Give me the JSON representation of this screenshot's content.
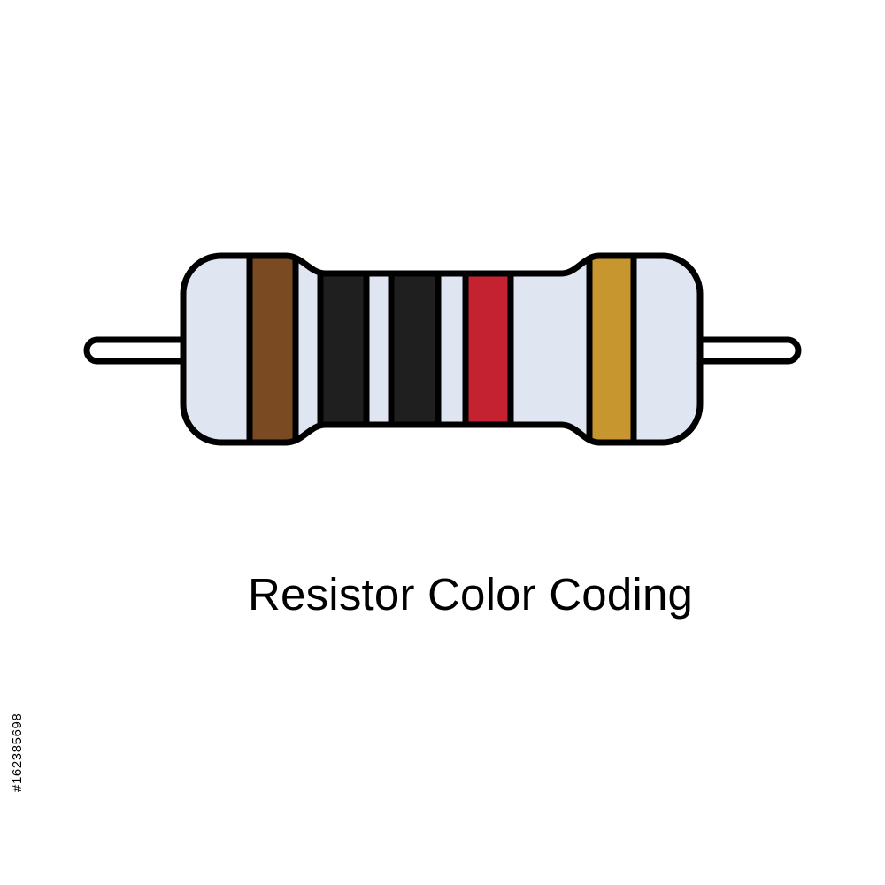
{
  "caption": "Resistor Color Coding",
  "stock_id": "#162385698",
  "colors": {
    "body": "#dfe6f2",
    "outline": "#000000",
    "lead": "#ffffff",
    "background": "#ffffff"
  },
  "bands": [
    {
      "name": "brown",
      "color": "#7a4b22"
    },
    {
      "name": "black",
      "color": "#1f1f1f"
    },
    {
      "name": "black",
      "color": "#1f1f1f"
    },
    {
      "name": "red",
      "color": "#c42231"
    },
    {
      "name": "gold",
      "color": "#c8962f"
    }
  ]
}
